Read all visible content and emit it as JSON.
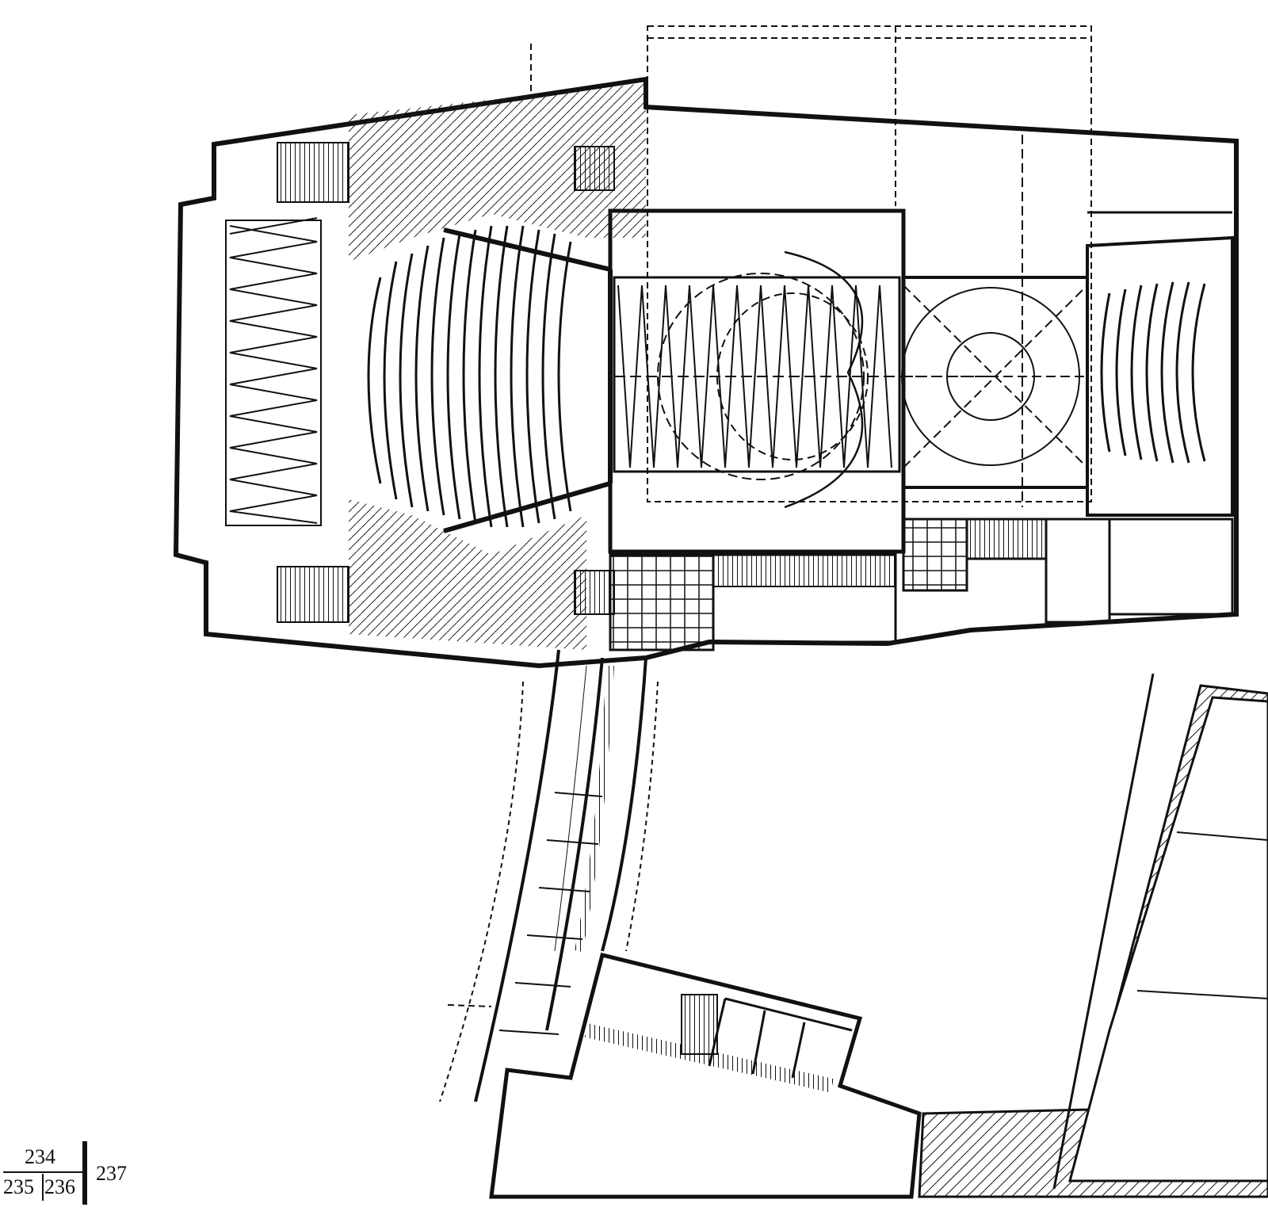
{
  "page_numbers": {
    "top": "234",
    "bottom_left": "235",
    "bottom_middle": "236",
    "right": "237"
  },
  "plan": {
    "title": "",
    "colors": {
      "line": "#111111",
      "paper": "#ffffff"
    }
  }
}
